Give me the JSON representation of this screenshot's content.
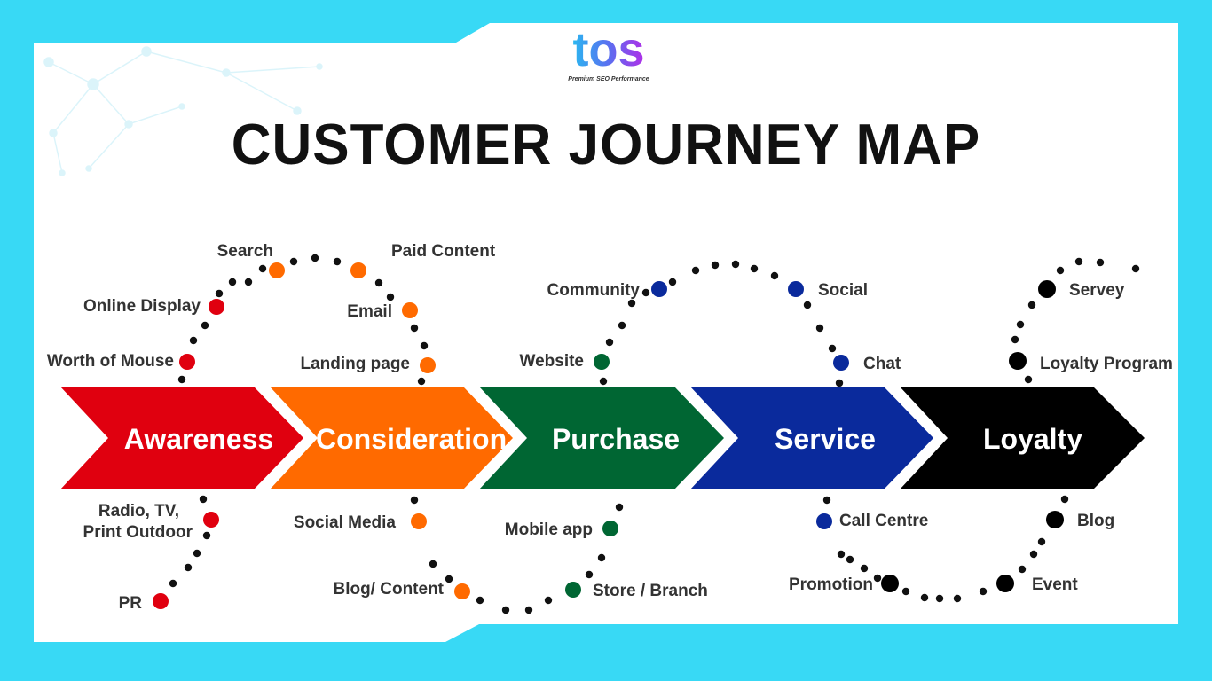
{
  "brand": {
    "logo_text": "tos",
    "tagline": "Premium SEO Performance"
  },
  "title": "CUSTOMER JOURNEY MAP",
  "colors": {
    "background": "#38d9f5",
    "card": "#ffffff",
    "awareness": "#e0000f",
    "consideration": "#ff6a00",
    "purchase": "#006633",
    "service": "#0a2a9c",
    "loyalty": "#000000",
    "dots": "#111111"
  },
  "stages": [
    {
      "id": "awareness",
      "label": "Awareness",
      "color": "#e0000f"
    },
    {
      "id": "consideration",
      "label": "Consideration",
      "color": "#ff6a00"
    },
    {
      "id": "purchase",
      "label": "Purchase",
      "color": "#006633"
    },
    {
      "id": "service",
      "label": "Service",
      "color": "#0a2a9c"
    },
    {
      "id": "loyalty",
      "label": "Loyalty",
      "color": "#000000"
    }
  ],
  "touchpoints": {
    "worth_of_mouse": "Worth of Mouse",
    "online_display": "Online Display",
    "search": "Search",
    "paid_content": "Paid Content",
    "email": "Email",
    "landing_page": "Landing page",
    "community": "Community",
    "website": "Website",
    "social": "Social",
    "chat": "Chat",
    "servey": "Servey",
    "loyalty_program": "Loyalty Program",
    "radio_tv_1": "Radio, TV,",
    "radio_tv_2": "Print Outdoor",
    "pr": "PR",
    "social_media": "Social Media",
    "blog_content": "Blog/ Content",
    "mobile_app": "Mobile app",
    "store_branch": "Store / Branch",
    "call_centre": "Call Centre",
    "promotion": "Promotion",
    "event": "Event",
    "blog": "Blog"
  }
}
